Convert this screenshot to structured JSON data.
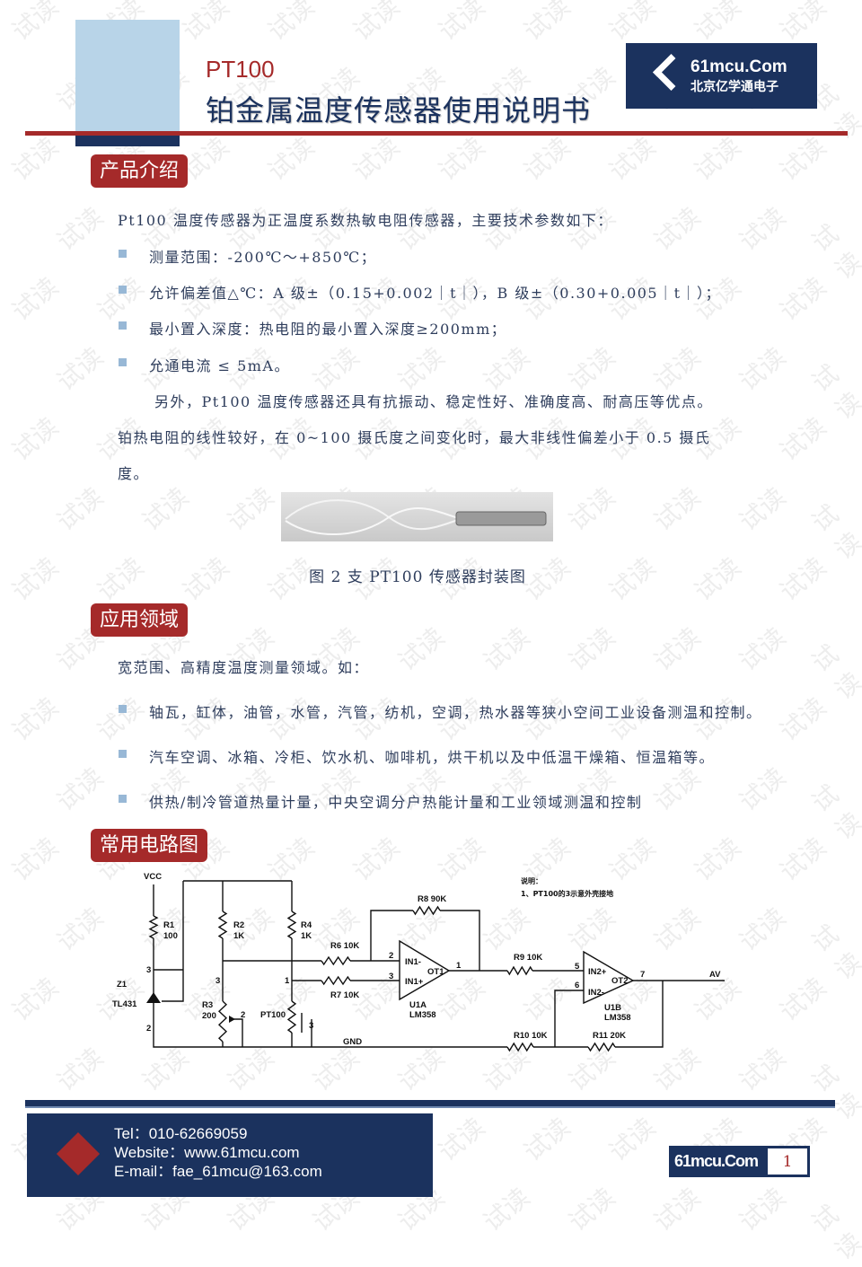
{
  "header": {
    "product": "PT100",
    "title": "铂金属温度传感器使用说明书",
    "logo": {
      "en": "61mcu.Com",
      "cn": "北京亿学通电子"
    }
  },
  "sections": {
    "intro": {
      "heading": "产品介绍",
      "lead": "Pt100 温度传感器为正温度系数热敏电阻传感器，主要技术参数如下：",
      "bullets": [
        "测量范围：-200℃～+850℃；",
        "允许偏差值△℃：A 级±（0.15+0.002｜t｜），B 级±（0.30+0.005｜t｜）；",
        "最小置入深度：热电阻的最小置入深度≥200mm；",
        "允通电流 ≤ 5mA。"
      ],
      "para1": "另外，Pt100 温度传感器还具有抗振动、稳定性好、准确度高、耐高压等优点。",
      "para2": "铂热电阻的线性较好，在 0~100 摄氏度之间变化时，最大非线性偏差小于 0.5 摄氏",
      "para3": "度。",
      "caption": "图 2 支 PT100 传感器封装图"
    },
    "apps": {
      "heading": "应用领域",
      "lead": "宽范围、高精度温度测量领域。如：",
      "bullets": [
        "轴瓦，缸体，油管，水管，汽管，纺机，空调，热水器等狭小空间工业设备测温和控制。",
        "汽车空调、冰箱、冷柜、饮水机、咖啡机，烘干机以及中低温干燥箱、恒温箱等。",
        "供热/制冷管道热量计量，中央空调分户热能计量和工业领域测温和控制"
      ]
    },
    "circuit": {
      "heading": "常用电路图",
      "note_title": "说明：",
      "note": "1、PT100的3示意外壳接地",
      "labels": {
        "vcc": "VCC",
        "r1": "R1",
        "r1v": "100",
        "r2": "R2",
        "r2v": "1K",
        "r4": "R4",
        "r4v": "1K",
        "z1": "Z1",
        "tl431": "TL431",
        "r3": "R3",
        "r3v": "200",
        "pt100": "PT100",
        "r6": "R6  10K",
        "r7": "R7  10K",
        "r8": "R8  90K",
        "r9": "R9  10K",
        "r10": "R10 10K",
        "r11": "R11 20K",
        "in1m": "IN1-",
        "in1p": "IN1+",
        "ot1": "OT1",
        "u1a": "U1A",
        "lm1": "LM358",
        "in2p": "IN2+",
        "in2m": "IN2-",
        "ot2": "OT2",
        "u1b": "U1B",
        "lm2": "LM358",
        "av": "AV",
        "gnd": "GND",
        "p1": "1",
        "p2": "2",
        "p3": "3",
        "p5": "5",
        "p6": "6",
        "p7": "7",
        "z3": "3",
        "z2": "2",
        "r3p3": "3",
        "r3p2": "2",
        "ptp1": "1",
        "ptp3": "3"
      }
    }
  },
  "footer": {
    "tel": "Tel：010-62669059",
    "website": "Website：www.61mcu.com",
    "email": "E-mail：fae_61mcu@163.com",
    "badge_brand": "61mcu.Com",
    "page_number": "1"
  },
  "watermark": "试读",
  "colors": {
    "navy": "#1b325e",
    "red": "#a52a2a",
    "light_blue": "#b8d4e8"
  }
}
